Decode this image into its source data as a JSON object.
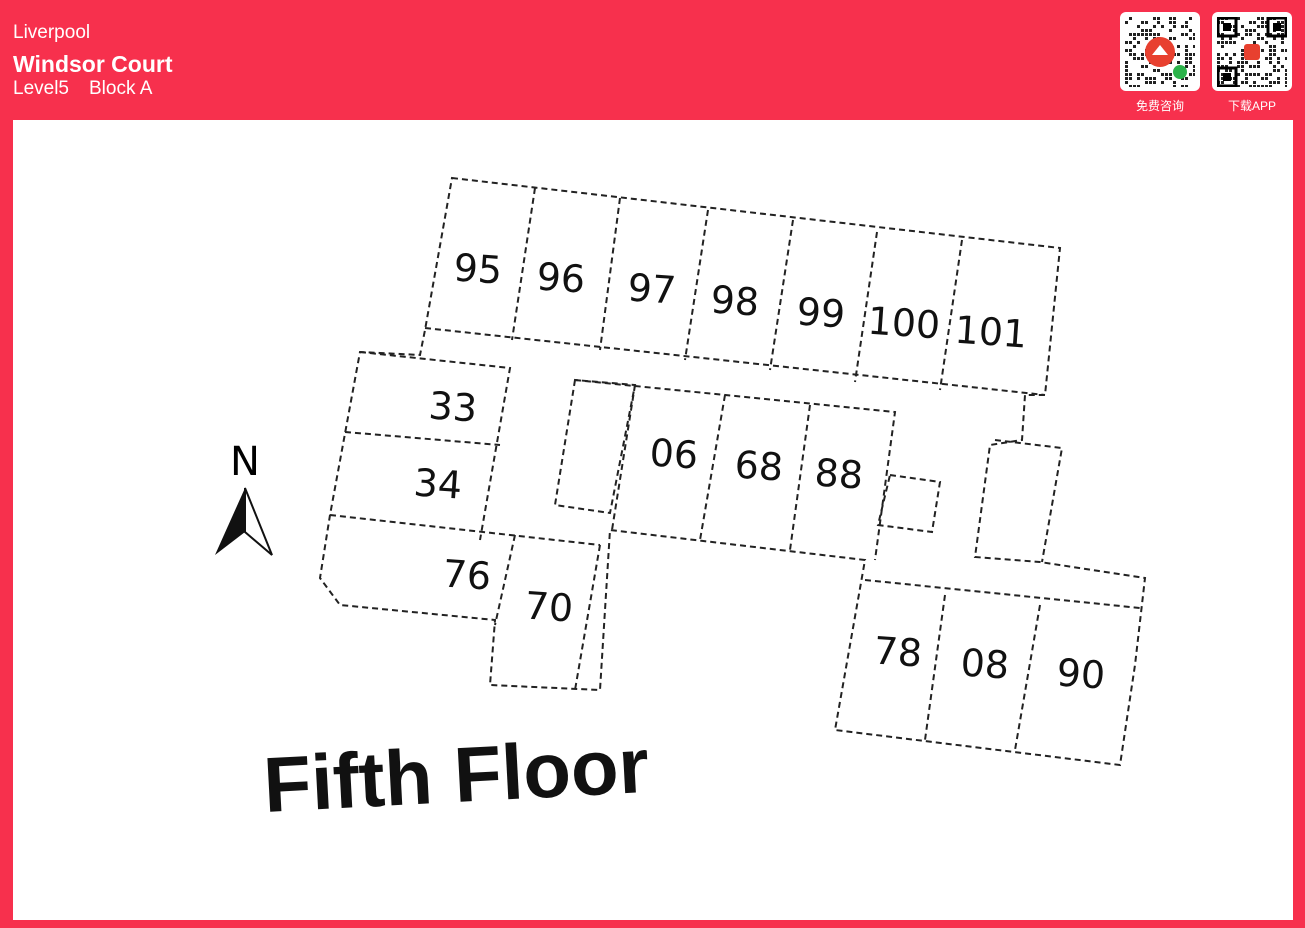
{
  "header": {
    "city": "Liverpool",
    "title": "Windsor Court",
    "level": "Level5",
    "block": "Block A"
  },
  "qr_codes": [
    {
      "label": "免费咨询",
      "icon": "mini-program-qr-icon"
    },
    {
      "label": "下载APP",
      "icon": "app-download-qr-icon"
    }
  ],
  "colors": {
    "brand": "#f7304d"
  },
  "plan": {
    "floor_label": "Fifth Floor",
    "north_label": "N",
    "units": [
      "95",
      "96",
      "97",
      "98",
      "99",
      "100",
      "101",
      "33",
      "34",
      "06",
      "68",
      "88",
      "76",
      "70",
      "78",
      "08",
      "90"
    ]
  }
}
